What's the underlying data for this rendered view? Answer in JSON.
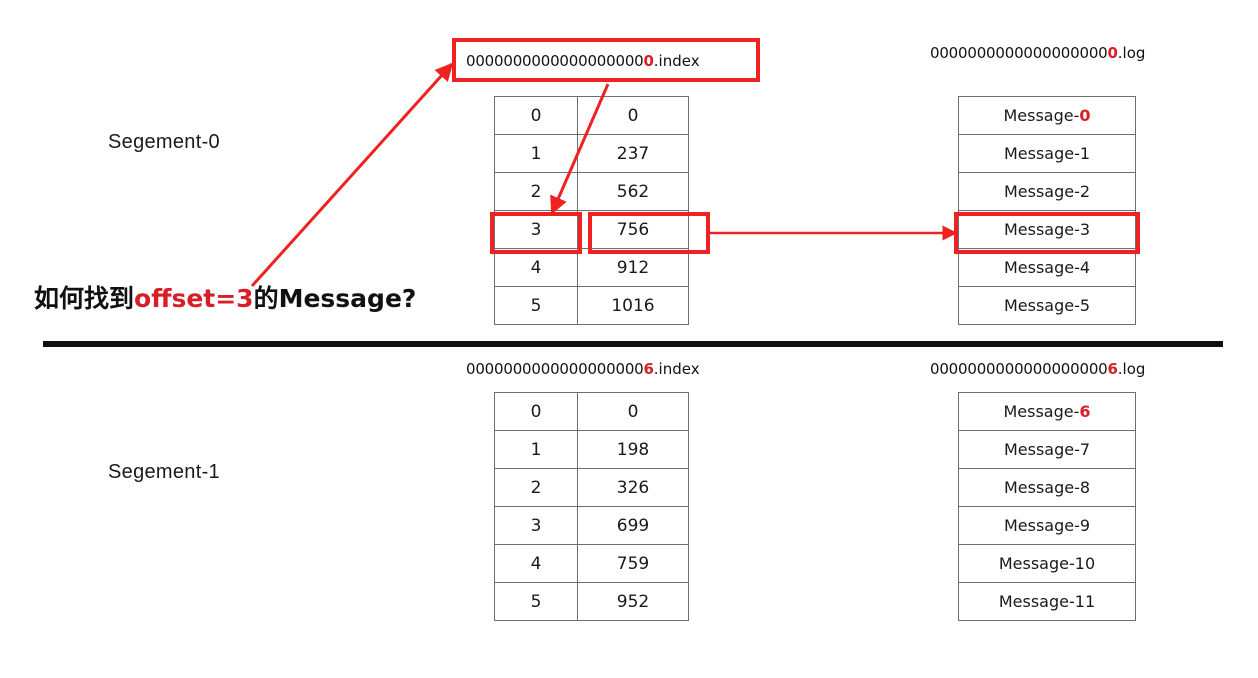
{
  "diagram": {
    "title": "Kafka Segment index to log lookup",
    "accent_color": "#ee2222",
    "highlight_text_color": "#d81f27",
    "line_color": "#6f6f6f",
    "question": {
      "prefix": "如何找到",
      "highlight": "offset=3",
      "suffix": "的Message?"
    }
  },
  "segments": [
    {
      "title": "Segement-0",
      "index_file": {
        "prefix_zeros": "0000000000000000000",
        "highlight": "0",
        "extension": ".index"
      },
      "log_file": {
        "prefix_zeros": "0000000000000000000",
        "highlight": "0",
        "extension": ".log"
      },
      "index_rows": [
        {
          "key": "0",
          "value": "0"
        },
        {
          "key": "1",
          "value": "237"
        },
        {
          "key": "2",
          "value": "562"
        },
        {
          "key": "3",
          "value": "756"
        },
        {
          "key": "4",
          "value": "912"
        },
        {
          "key": "5",
          "value": "1016"
        }
      ],
      "log_rows": [
        {
          "prefix": "Message-",
          "highlight": "0",
          "suffix": ""
        },
        {
          "prefix": "Message-1",
          "highlight": "",
          "suffix": ""
        },
        {
          "prefix": "Message-2",
          "highlight": "",
          "suffix": ""
        },
        {
          "prefix": "Message-3",
          "highlight": "",
          "suffix": ""
        },
        {
          "prefix": "Message-4",
          "highlight": "",
          "suffix": ""
        },
        {
          "prefix": "Message-5",
          "highlight": "",
          "suffix": ""
        }
      ]
    },
    {
      "title": "Segement-1",
      "index_file": {
        "prefix_zeros": "0000000000000000000",
        "highlight": "6",
        "extension": ".index"
      },
      "log_file": {
        "prefix_zeros": "0000000000000000000",
        "highlight": "6",
        "extension": ".log"
      },
      "index_rows": [
        {
          "key": "0",
          "value": "0"
        },
        {
          "key": "1",
          "value": "198"
        },
        {
          "key": "2",
          "value": "326"
        },
        {
          "key": "3",
          "value": "699"
        },
        {
          "key": "4",
          "value": "759"
        },
        {
          "key": "5",
          "value": "952"
        }
      ],
      "log_rows": [
        {
          "prefix": "Message-",
          "highlight": "6",
          "suffix": ""
        },
        {
          "prefix": "Message-7",
          "highlight": "",
          "suffix": ""
        },
        {
          "prefix": "Message-8",
          "highlight": "",
          "suffix": ""
        },
        {
          "prefix": "Message-9",
          "highlight": "",
          "suffix": ""
        },
        {
          "prefix": "Message-10",
          "highlight": "",
          "suffix": ""
        },
        {
          "prefix": "Message-11",
          "highlight": "",
          "suffix": ""
        }
      ]
    }
  ]
}
